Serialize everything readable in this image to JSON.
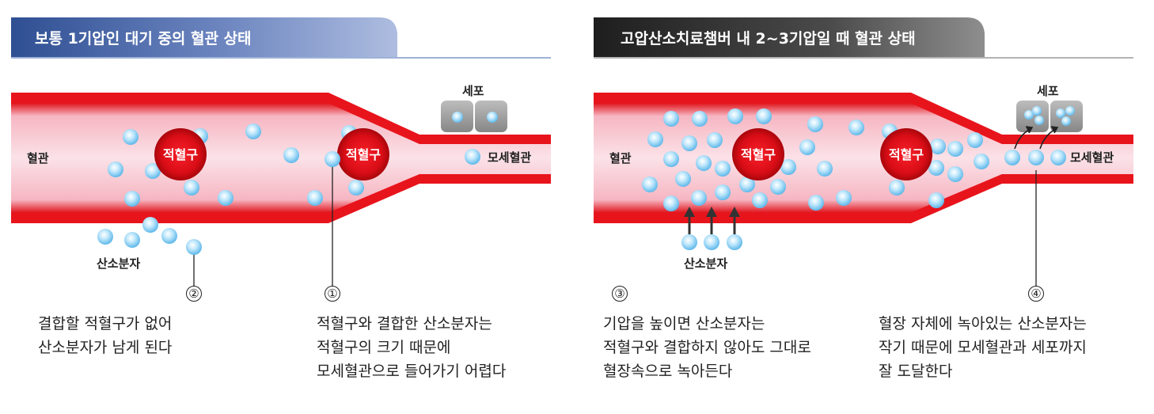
{
  "left_panel": {
    "header": "보통 1기압인 대기 중의 혈관 상태",
    "vessel_label": "혈관",
    "rbc_label_1": "적혈구",
    "rbc_label_2": "적혈구",
    "cell_label": "세포",
    "capillary_label": "모세혈관",
    "oxygen_label": "산소분자",
    "callout_2": {
      "number": "②",
      "lines": [
        "결합할 적혈구가 없어",
        "산소분자가 남게 된다"
      ]
    },
    "callout_1": {
      "number": "①",
      "lines": [
        "적혈구와 결합한 산소분자는",
        "적혈구의 크기 때문에",
        "모세혈관으로 들어가기 어렵다"
      ]
    }
  },
  "right_panel": {
    "header": "고압산소치료챔버 내 2~3기압일 때 혈관 상태",
    "vessel_label": "혈관",
    "rbc_label_1": "적혈구",
    "rbc_label_2": "적혈구",
    "cell_label": "세포",
    "capillary_label": "모세혈관",
    "oxygen_label": "산소분자",
    "callout_3": {
      "number": "③",
      "lines": [
        "기압을 높이면 산소분자는",
        "적혈구와 결합하지 않아도 그대로",
        "혈장속으로 녹아든다"
      ]
    },
    "callout_4": {
      "number": "④",
      "lines": [
        "혈장 자체에 녹아있는 산소분자는",
        "작기 때문에 모세혈관과 세포까지",
        "잘 도달한다"
      ]
    }
  },
  "colors": {
    "left_header_start": "#2f4f93",
    "left_header_end": "#aebde0",
    "right_header_start": "#1e1e1e",
    "right_header_end": "#8a8a8a",
    "blood_red": "#e81c24",
    "plasma_pink": "#f7c9d2",
    "oxygen_blue": "#8fd2f4",
    "cell_gray": "#9a9a9a"
  }
}
